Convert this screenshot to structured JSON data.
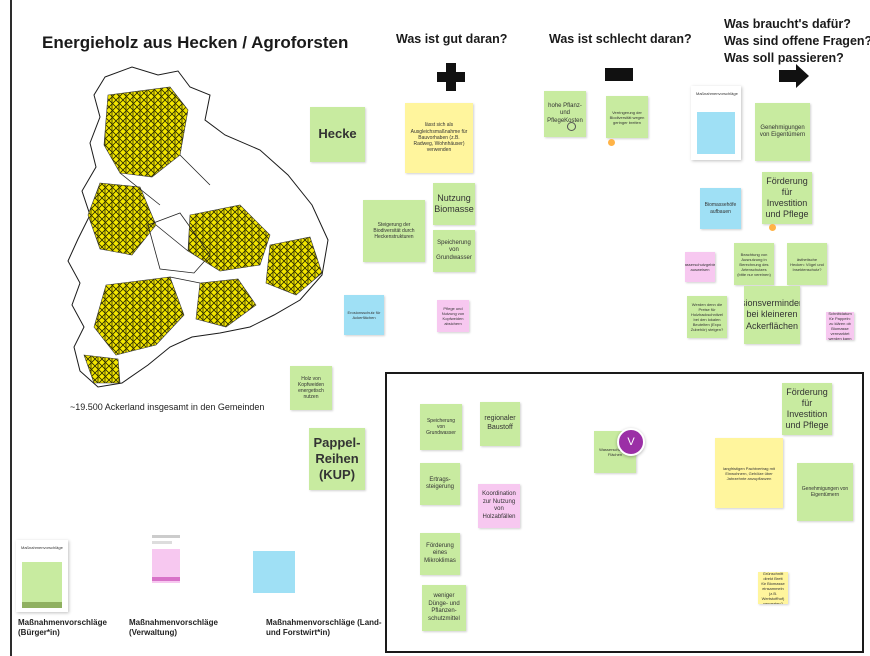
{
  "board": {
    "title": "Energieholz aus Hecken / Agroforsten",
    "columns": {
      "good": "Was ist gut daran?",
      "bad": "Was ist schlecht daran?",
      "needs": [
        "Was braucht's dafür?",
        "Was sind offene Fragen?",
        "Was soll passieren?"
      ]
    },
    "map_caption": "~19.500 Ackerland insgesamt in den Gemeinden",
    "row_labels": {
      "hecke": "Hecke",
      "pappel": "Pappel-\nReihen\n(KUP)"
    },
    "icons": {
      "good": "plus-icon",
      "bad": "minus-icon",
      "needs": "arrow-right-icon"
    }
  },
  "notes": {
    "einsetzen": "lässt sich als Ausgleichsmaßnahme für Bauvorhaben (z.B. Radweg, Wohnhäuser) verwenden",
    "biodiv": "Steigerung der Biodiversität durch Heckenstrukturen",
    "nutzung": "Nutzung Biomasse",
    "speicher1": "Speicherung von Grundwasser",
    "erosion_small": "Erosionsschutz für Ackerflächen",
    "pflege": "Pflege und Nutzung von Kopfweiden absichern",
    "holz": "Holz von Kopfweiden energetisch nutzen",
    "kosten": "hohe Pflanz- und PflegeKosten",
    "verringerung": "Verringerung der Biodiversität wegen geringer breiten",
    "massnahmen_card": "Maßnahmenvorschläge",
    "biomassehoefe": "Biomassehöfe aufbauen",
    "genehmigungen1": "Genehmigungen von Eigentümern",
    "foerderung1": "Förderung für Investition und Pflege",
    "ausgleich": "Beachtung von Ausnutzung in Berechnung des Artenschutzes (bitte nur vereinen)",
    "aesthetik": "ästhetische Hecken: Vögel und Insektenschutz?",
    "pink_small1": "Wasserschutzgebiete ausweisen",
    "werden": "Werden denn die Preise für Holzhackschnitzel bei den lokalen Beutelten (Expo Zubehör) steigen?",
    "erosion_big": "Erosionsverminderung bei kleineren Ackerflächen",
    "pink_small2": "Schnittdatum für Pappeln: zu klären ob Biomasse vermarktet werden kann",
    "speicher2": "Speicherung von Grundwasser",
    "regional": "regionaler Baustoff",
    "ertrag": "Ertrags-steigerung",
    "koordination": "Koordination zur Nutzung von Holzabfällen",
    "mikroklima": "Förderung eines Mikroklimas",
    "duenge": "weniger Dünge- und Pflanzen-schutzmittel",
    "wasserschutz": "Wasserschutz der Flächen",
    "foerderung2": "Förderung für Investition und Pflege",
    "pacht": "langfristigen Pachtvertrag mit Einwohnern, Gehölze über Jahrzehnte anzupflanzen",
    "genehmigungen2": "Genehmigungen von Eigentümern",
    "yellow_small": "Grünschnitt direkt Brett für Biomasse einsammeln (z.B. Wertstoffhof) verwerten?"
  },
  "avatar": {
    "initial": "V"
  },
  "legend": [
    {
      "label": "Maßnahmenvorschläge (Bürger*in)",
      "card_title": "Maßnahmenvorschläge"
    },
    {
      "label": "Maßnahmenvorschläge (Verwaltung)"
    },
    {
      "label": "Maßnahmenvorschläge (Land- und Forstwirt*in)"
    }
  ],
  "colors": {
    "green": "#c8eba0",
    "yellow": "#fff59d",
    "blue": "#9fe0f5",
    "pink": "#f7c8f0",
    "map_fill": "#f3e600",
    "avatar": "#9b2fa6"
  }
}
